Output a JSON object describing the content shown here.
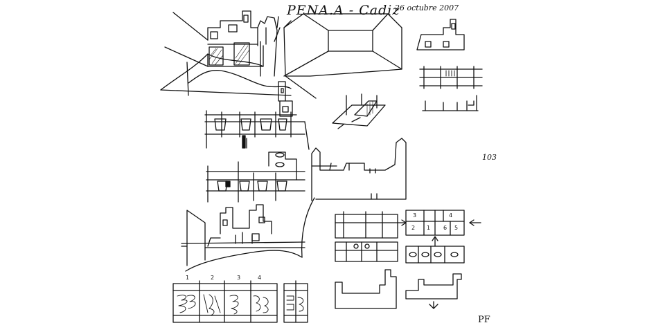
{
  "sketch": {
    "title": "PENA.A - Cadiz",
    "date": "26 octubre 2007",
    "page_number": "103",
    "initials": "PF",
    "block_numbers_top": [
      "3",
      "4"
    ],
    "block_numbers_bottom": [
      "2",
      "1",
      "6",
      "5"
    ],
    "strip_numbers": [
      "1",
      "2",
      "3",
      "4"
    ]
  }
}
